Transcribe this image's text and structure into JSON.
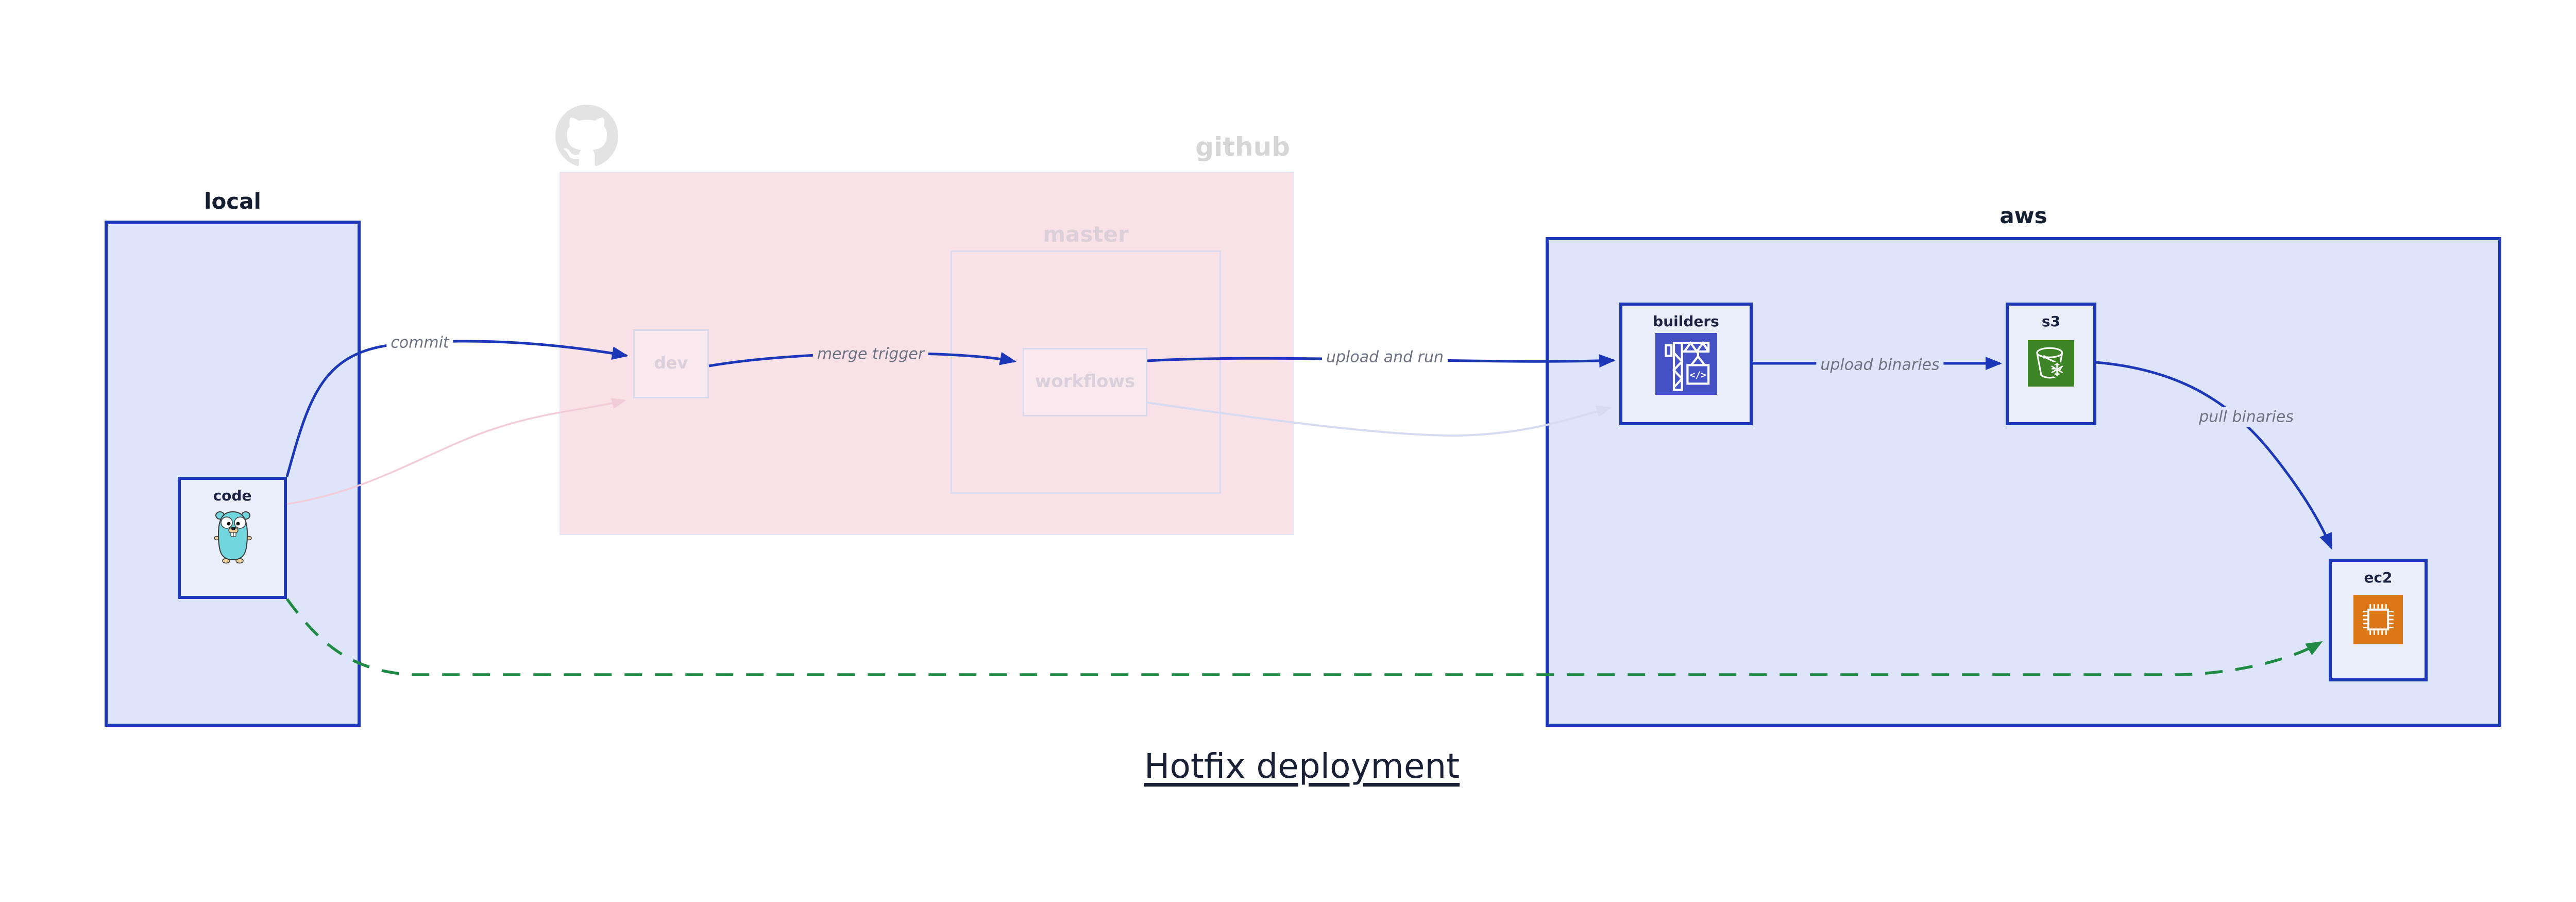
{
  "title": "Hotfix deployment",
  "groups": {
    "local": {
      "label": "local"
    },
    "github": {
      "label": "github",
      "master_label": "master"
    },
    "aws": {
      "label": "aws"
    }
  },
  "nodes": {
    "code": {
      "label": "code"
    },
    "dev": {
      "label": "dev"
    },
    "workflows": {
      "label": "workflows"
    },
    "builders": {
      "label": "builders"
    },
    "s3": {
      "label": "s3"
    },
    "ec2": {
      "label": "ec2"
    }
  },
  "edges": {
    "commit": {
      "label": "commit"
    },
    "merge_trigger": {
      "label": "merge trigger"
    },
    "upload_and_run": {
      "label": "upload and run"
    },
    "upload_binaries": {
      "label": "upload binaries"
    },
    "pull_binaries": {
      "label": "pull binaries"
    }
  },
  "icons": {
    "octocat": "github-octocat-icon",
    "gopher": "go-gopher-icon",
    "codebuild": "codebuild-crane-icon",
    "codebuild_glyph": "</>",
    "s3_bucket": "s3-bucket-icon",
    "ec2_chip": "ec2-chip-icon"
  },
  "colors": {
    "accent_blue": "#1c38b8",
    "group_fill": "#dee4f9",
    "node_fill": "#eaeefb",
    "github_fill": "#f8e2e8",
    "faded_border": "#d8d9ed",
    "faded_text": "#dacfda",
    "edge_label_gray": "#6d7280",
    "hotfix_green": "#1f8a44",
    "faded_lavender": "#d7dbf1",
    "faded_pink": "#f3ccd9",
    "codebuild_indigo": "#4452c6",
    "s3_green": "#3d8526",
    "ec2_orange": "#dc7717",
    "octocat_gray": "#e3e3e3",
    "title_navy": "#1a2036"
  }
}
